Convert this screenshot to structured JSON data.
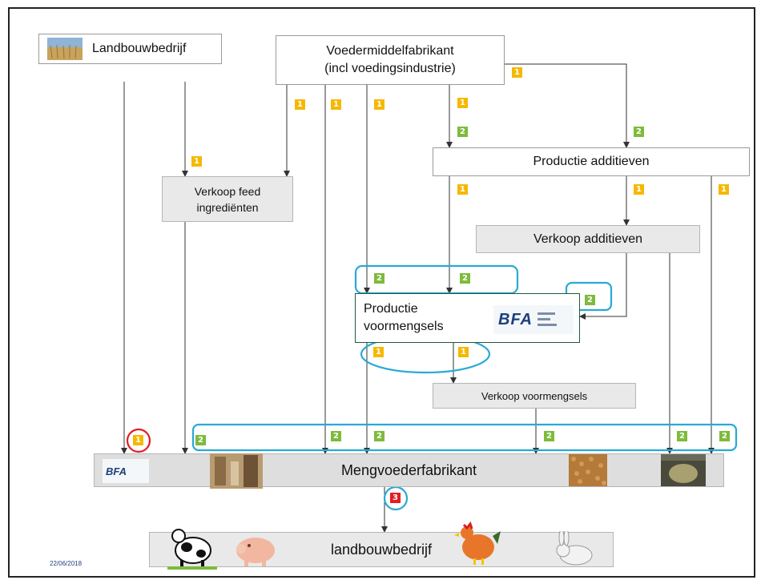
{
  "nodes": {
    "landbouwbedrijf_top": "Landbouwbedrijf",
    "voedermiddel_line1": "Voedermiddelfabrikant",
    "voedermiddel_line2": "(incl voedingsindustrie)",
    "productie_additieven": "Productie additieven",
    "verkoop_feed_line1": "Verkoop feed",
    "verkoop_feed_line2": "ingrediënten",
    "verkoop_additieven": "Verkoop additieven",
    "productie_voormengsels_line1": "Productie",
    "productie_voormengsels_line2": "voormengsels",
    "verkoop_voormengsels": "Verkoop voormengsels",
    "mengvoederfabrikant": "Mengvoederfabrikant",
    "landbouwbedrijf_bottom": "landbouwbedrijf"
  },
  "badges": {
    "one": "1",
    "two": "2",
    "three": "3"
  },
  "logos": {
    "bfa": "BFA"
  },
  "colors": {
    "badge1": "#f5b800",
    "badge2": "#7dbb3c",
    "badge3": "#e01e26",
    "highlight": "#29a9d6",
    "highlight_red": "#e01e26",
    "voormengsels_border": "#1e5b3a",
    "date": "#1f3f7a"
  },
  "date": "22/06/2018",
  "icons": [
    "wheat-field-photo",
    "bfa-logo",
    "mill-photo",
    "feed-pellets-photo",
    "factory-photo",
    "cow-icon",
    "pig-icon",
    "chicken-icon",
    "rabbit-icon"
  ]
}
